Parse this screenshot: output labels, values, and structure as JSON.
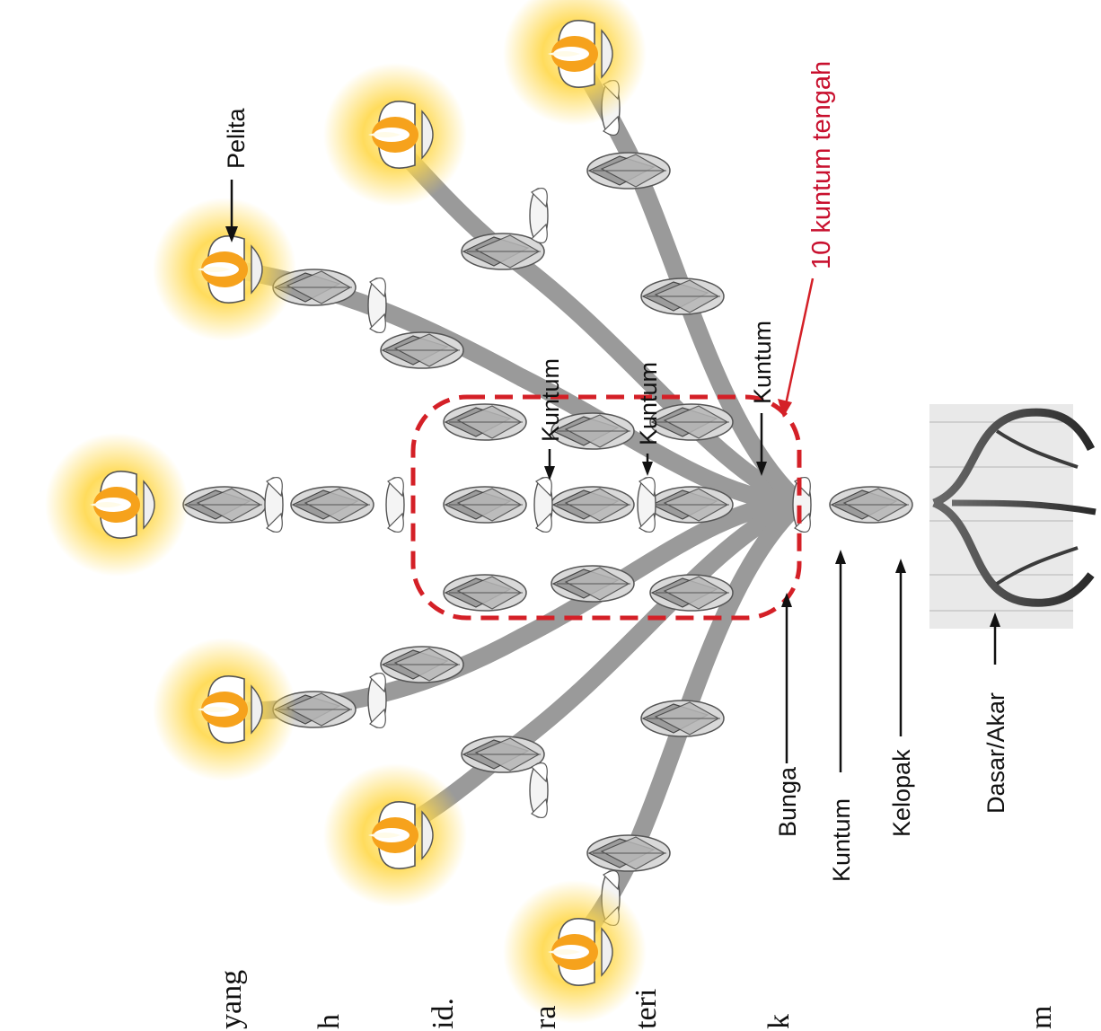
{
  "labels": {
    "pelita": "Pelita",
    "kuntum_tengah": "10 kuntum tengah",
    "kuntum_a": "Kuntum",
    "kuntum_b": "Kuntum",
    "kuntum_c": "Kuntum",
    "bunga": "Bunga",
    "kuntum_stem": "Kuntum",
    "kelopak": "Kelopak",
    "dasar_akar": "Dasar/Akar"
  },
  "cut_text": [
    "yang",
    "h",
    "id.",
    "ra",
    "teri",
    "k",
    "m"
  ],
  "colors": {
    "highlight": "#d42027",
    "flame": "#f5a623",
    "ink": "#111111"
  }
}
